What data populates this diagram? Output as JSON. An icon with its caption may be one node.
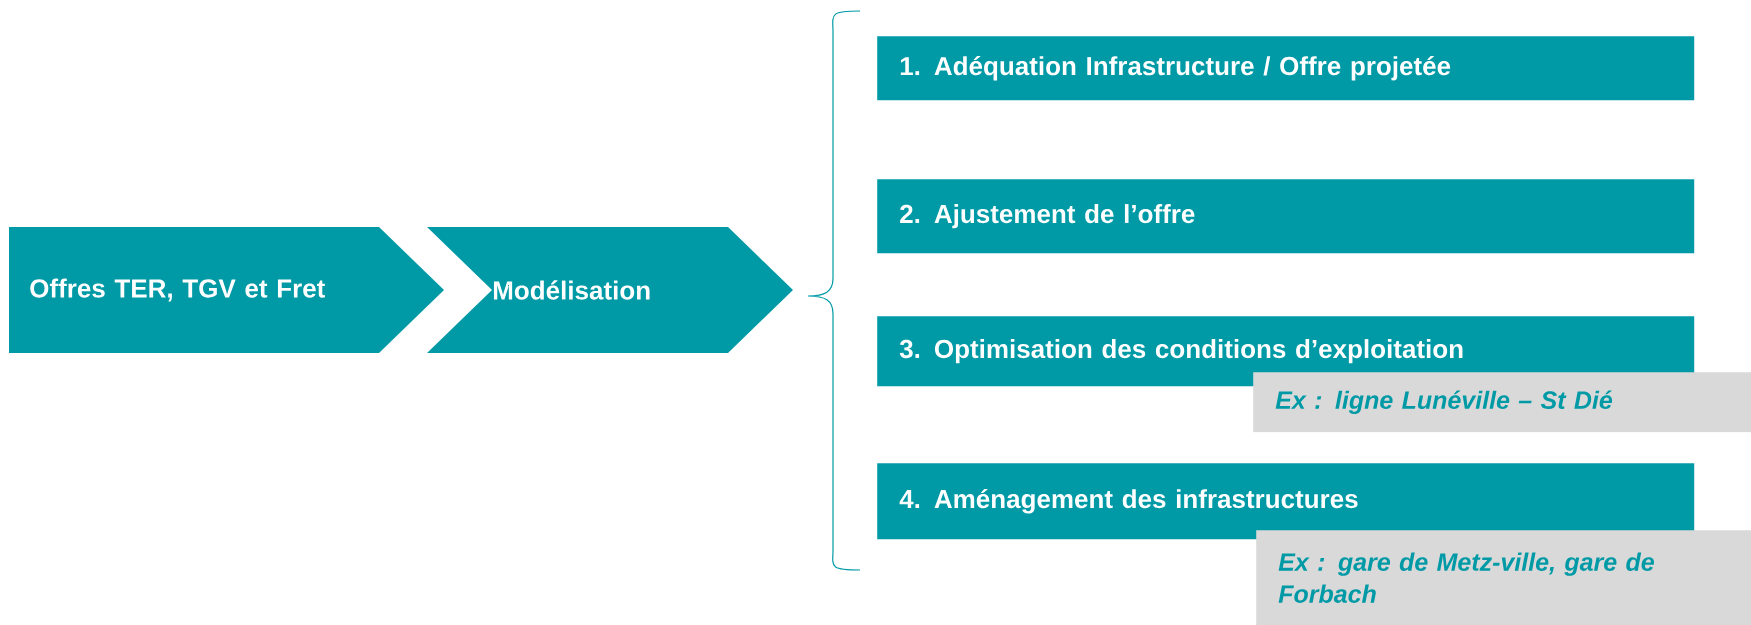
{
  "diagram": {
    "nodes": [
      {
        "text": [
          "Offres TER, TGV et Fret"
        ]
      },
      {
        "text": [
          "Modélisation"
        ]
      },
      {
        "text": [
          "1. Adéquation Infrastructure / Offre projetée"
        ]
      },
      {
        "text": [
          "2. Ajustement de l’offre"
        ]
      },
      {
        "text": [
          "3. Optimisation des conditions d’exploitation"
        ]
      },
      {
        "text": [
          "Ex : ligne Lunéville – St Dié"
        ]
      },
      {
        "text": [
          "4. Aménagement des infrastructures"
        ]
      },
      {
        "text": [
          "Ex : gare de Metz-ville, gare de Forbach"
        ]
      }
    ]
  }
}
